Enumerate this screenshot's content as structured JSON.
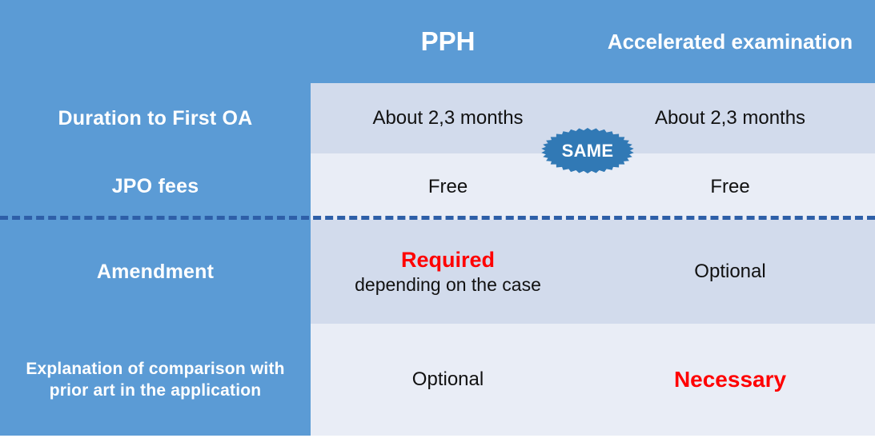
{
  "figure": {
    "title": "PPH vs Accelerated examination comparison table",
    "accent_blue": "#5B9BD5",
    "band_dark": "#D2DBEC",
    "band_light": "#E9EDF6",
    "highlight_red": "#FF0000",
    "dash_color": "#2E5FA8"
  },
  "header": {
    "corner": "",
    "col_pph": "PPH",
    "col_accelerated": "Accelerated examination"
  },
  "badge": {
    "label": "SAME",
    "shape": "starburst-oval"
  },
  "rows": [
    {
      "label": "Duration to First OA",
      "pph": "About 2,3 months",
      "accelerated": "About 2,3 months"
    },
    {
      "label": "JPO fees",
      "pph": "Free",
      "accelerated": "Free"
    },
    {
      "label": "Amendment",
      "pph_primary": "Required",
      "pph_secondary": "depending on the case",
      "accelerated": "Optional"
    },
    {
      "label_line1": "Explanation of comparison with",
      "label_line2": "prior art in the application",
      "pph": "Optional",
      "accelerated": "Necessary"
    }
  ]
}
